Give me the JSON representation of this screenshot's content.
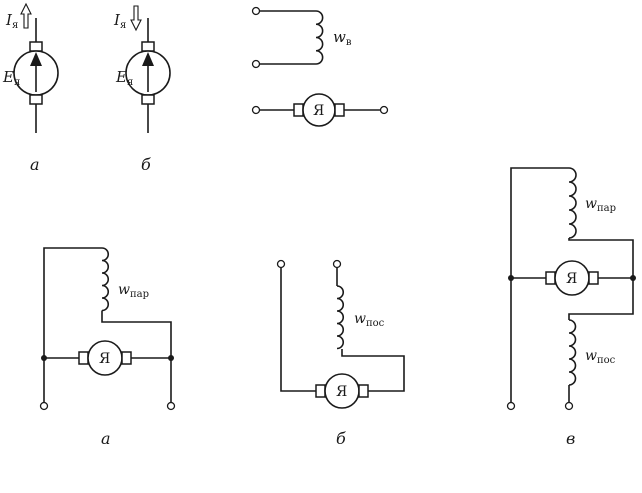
{
  "motor_letter": "Я",
  "top": {
    "a": {
      "current_symbol": "I",
      "current_subscript": "я",
      "emf_symbol": "E",
      "emf_subscript": "я",
      "caption": "а"
    },
    "b": {
      "current_symbol": "I",
      "current_subscript": "я",
      "emf_symbol": "E",
      "emf_subscript": "я",
      "caption": "б"
    },
    "field": {
      "winding_symbol": "w",
      "winding_subscript": "в"
    }
  },
  "bottom": {
    "a": {
      "winding_symbol": "w",
      "winding_subscript": "пар",
      "caption": "а"
    },
    "b": {
      "winding_symbol": "w",
      "winding_subscript": "пос",
      "caption": "б"
    },
    "c": {
      "parallel_symbol": "w",
      "parallel_subscript": "пар",
      "series_symbol": "w",
      "series_subscript": "пос",
      "caption": "в"
    }
  }
}
